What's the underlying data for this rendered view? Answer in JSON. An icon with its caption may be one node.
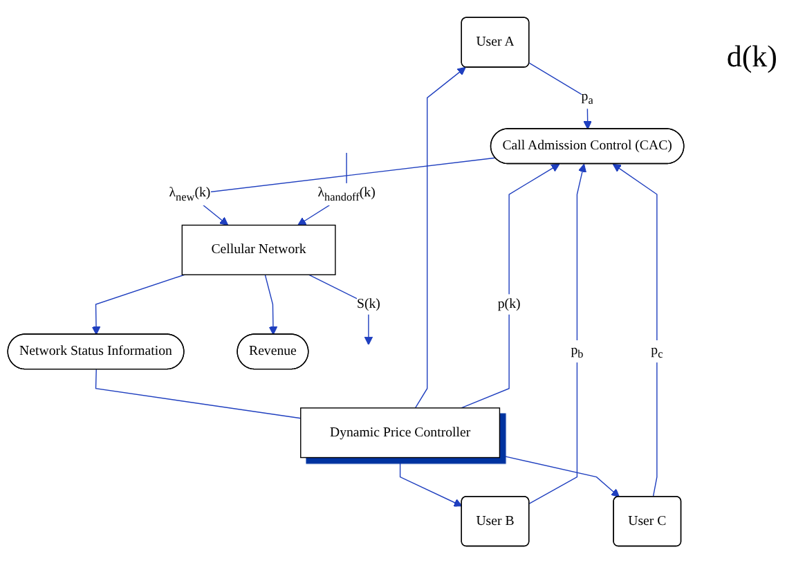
{
  "diagram": {
    "nodes": [
      {
        "text": [
          "User A"
        ]
      },
      {
        "text": [
          "User B"
        ]
      },
      {
        "text": [
          "User C"
        ]
      },
      {
        "text": [
          "Call Admission Control (CAC)"
        ]
      },
      {
        "text": [
          "Dynamic Price Controller"
        ]
      },
      {
        "text": [
          "Network Status Information"
        ]
      },
      {
        "text": [
          "Revenue"
        ]
      },
      {
        "text": [
          "Cellular Network"
        ]
      }
    ],
    "edges": [
      {
        "from": 4,
        "to": 0,
        "arrow": "to"
      },
      {
        "from": 4,
        "to": 1,
        "arrow": "to"
      },
      {
        "from": 4,
        "to": 2,
        "arrow": "to"
      },
      {
        "from": 0,
        "to": 3,
        "arrow": "to",
        "label": "p$_{a}$"
      },
      {
        "from": 1,
        "to": 3,
        "arrow": "to",
        "label": "p$_{b}$"
      },
      {
        "from": 2,
        "to": 3,
        "arrow": "to",
        "label": "p$_{c}$"
      },
      {
        "from": 4,
        "to": 3,
        "arrow": "to",
        "label": "p(k)"
      },
      {
        "from": 3,
        "to": 7,
        "arrow": "to",
        "label": "λ$_{new}$(k)"
      },
      {
        "from": 5,
        "to": 4,
        "arrow": "none"
      },
      {
        "from": 7,
        "to": 5,
        "arrow": "to"
      },
      {
        "from": 7,
        "to": 6,
        "arrow": "to"
      },
      {
        "from": null,
        "to": 7,
        "arrow": "to",
        "label": "λ$_{handoff}$(k)"
      },
      {
        "from": 7,
        "to": null,
        "arrow": "to",
        "label": "S(k)"
      }
    ],
    "labels": [
      "d(k)"
    ]
  }
}
